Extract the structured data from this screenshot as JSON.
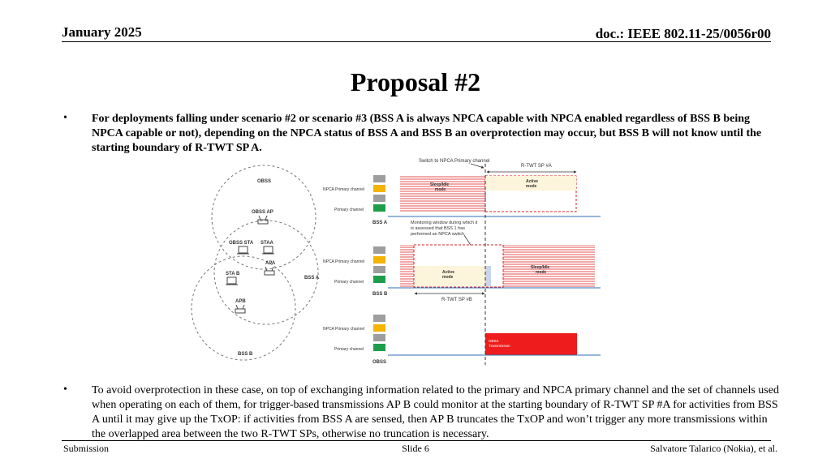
{
  "header": {
    "date": "January 2025",
    "doc": "doc.: IEEE 802.11-25/0056r00"
  },
  "title": "Proposal #2",
  "bullets": [
    "For deployments falling under scenario #2 or scenario #3 (BSS A is always NPCA capable with NPCA enabled regardless of BSS B being NPCA capable or not), depending on the NPCA status of BSS A and BSS B an overprotection may occur, but BSS B will not know until the starting boundary of R-TWT SP A.",
    "To avoid overprotection in these case, on top of exchanging information related to the primary and NPCA primary channel and the set of channels used when operating on each of them, for trigger-based transmissions AP B could monitor at the starting boundary of R-TWT SP #A for activities from BSS A until it may give up the TxOP: if activities from BSS A are sensed, then AP B truncates the TxOP and won’t trigger any more transmissions within the overlapped area between the two R-TWT SPs, otherwise no truncation is necessary."
  ],
  "bullet_marker": "•",
  "figure": {
    "topology": {
      "obss_label": "OBSS",
      "obss_ap": "OBSS AP",
      "obss_sta": "OBSS STA",
      "sta_a": "STAA",
      "ap_a": "APA",
      "bss_a": "BSS A",
      "sta_b": "STA B",
      "ap_b": "APB",
      "bss_b": "BSS B"
    },
    "timeline": {
      "switch_label": "Switch to NPCA Primary channel",
      "rtwt_a": "R-TWT SP #A",
      "rtwt_b": "R-TWT SP #B",
      "monitor_lines": [
        "Monitoring window during which it",
        "is assessed that BSS 1 has",
        "performed an NPCA switch"
      ],
      "npca_primary": "NPCA Primary channel",
      "primary": "Primary channel",
      "bss_a_label": "BSS A",
      "bss_b_label": "BSS B",
      "obss_label": "OBSS",
      "sleep_idle": [
        "Sleep/Idle",
        "mode"
      ],
      "active": [
        "Active",
        "mode"
      ],
      "obss_tx": [
        "OBSS",
        "Transmission"
      ]
    },
    "colors": {
      "npca": "#f4b400",
      "primary": "#1e9e4a",
      "idle": "#9e9e9e",
      "axis": "#2f6db5",
      "hatch": "#e65050",
      "active_fill": "#fdf4dc",
      "obss_tx": "#ee1c1c"
    }
  },
  "footer": {
    "left": "Submission",
    "center": "Slide 6",
    "right": "Salvatore Talarico (Nokia), et al."
  }
}
